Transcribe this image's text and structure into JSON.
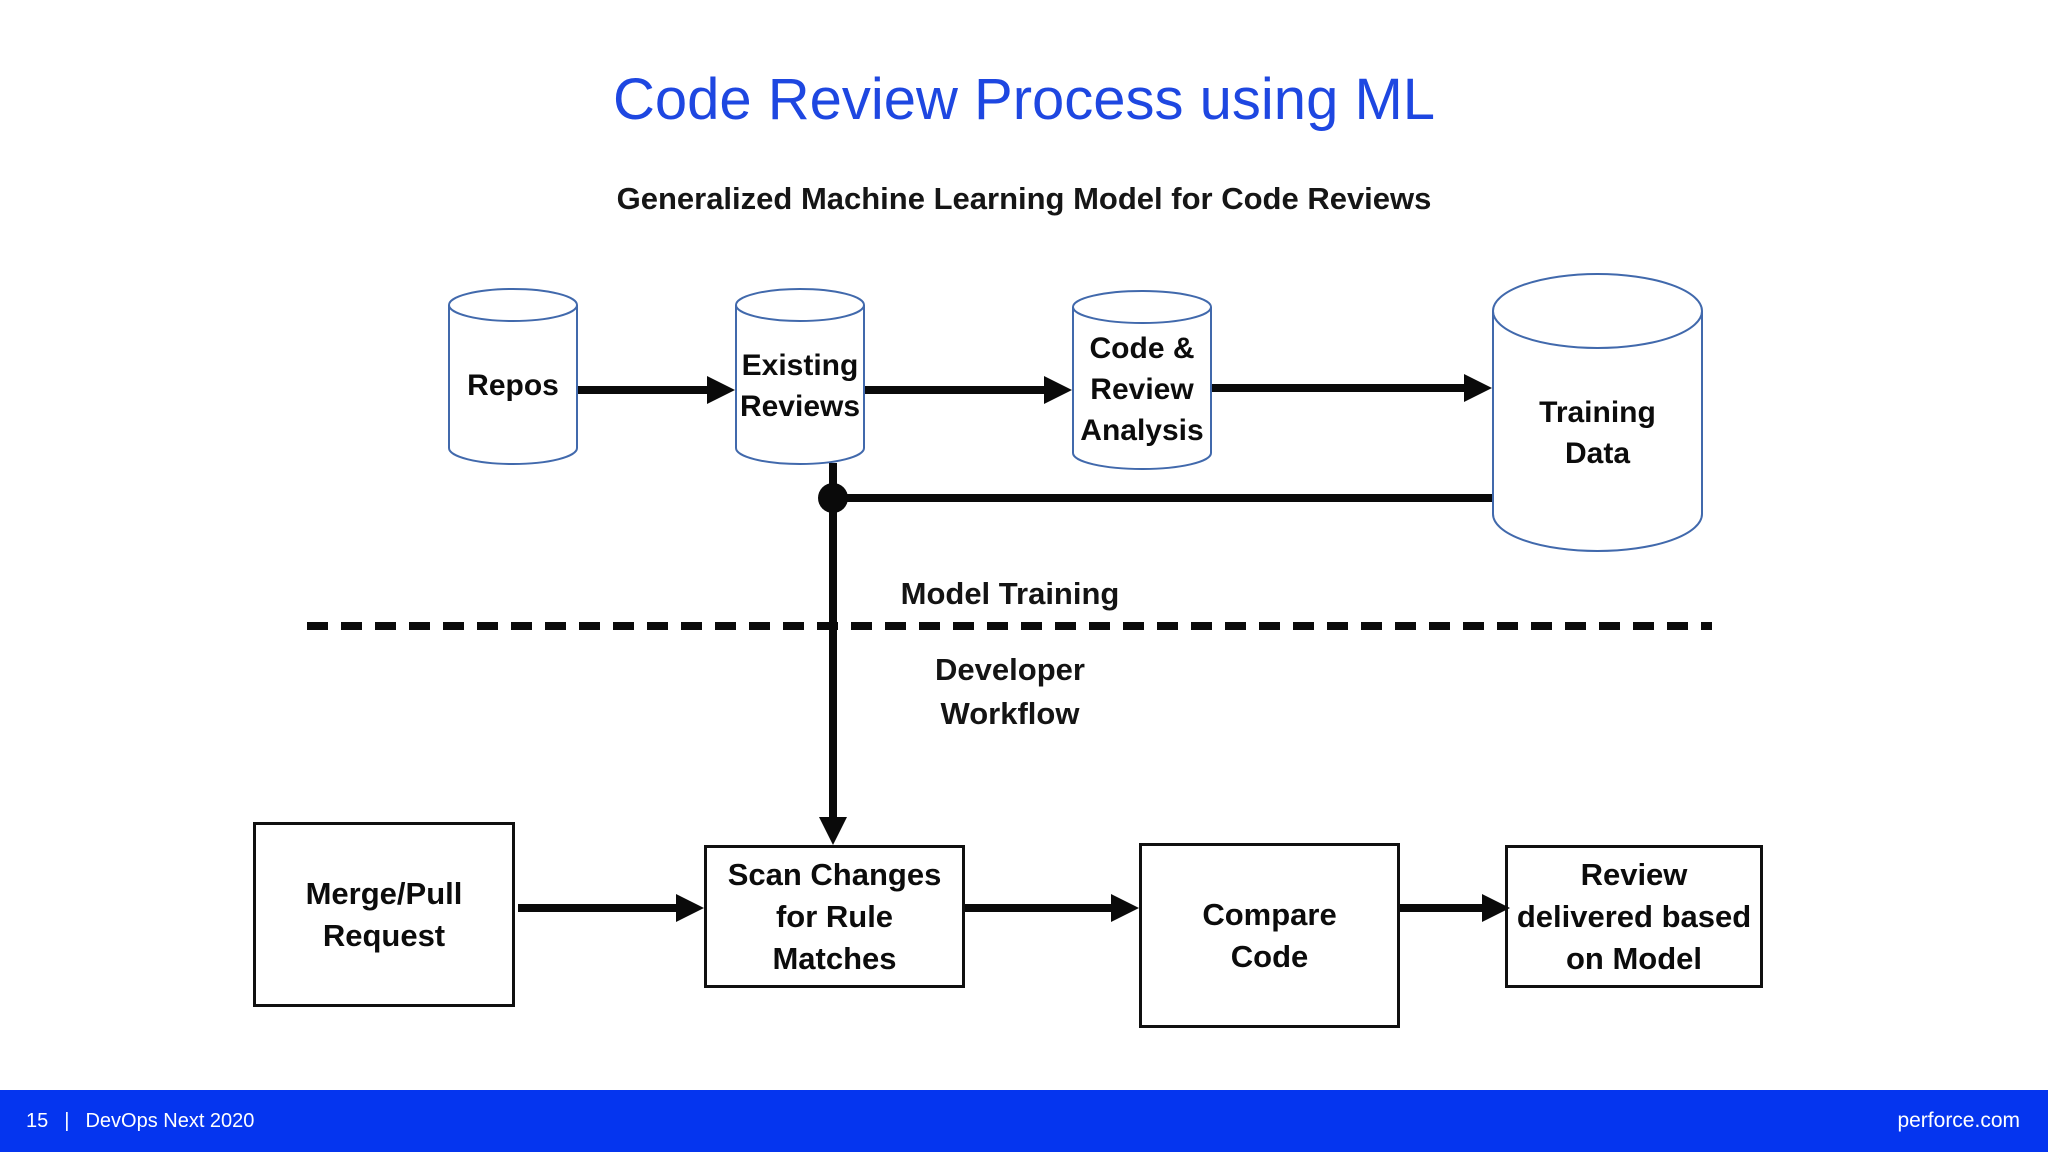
{
  "colors": {
    "title_blue": "#1E47E1",
    "footer_blue": "#0535EF",
    "cylinder_stroke": "#4169AC",
    "ink": "#0A0A0A"
  },
  "slide": {
    "title": "Code Review Process using ML",
    "subtitle": "Generalized Machine Learning Model for Code Reviews"
  },
  "nodes": {
    "repos": "Repos",
    "existing_reviews": "Existing\nReviews",
    "code_review_analysis": "Code &\nReview\nAnalysis",
    "training_data": "Training\nData",
    "merge_pull_request": "Merge/Pull\nRequest",
    "scan_changes": "Scan Changes\nfor Rule\nMatches",
    "compare_code": "Compare\nCode",
    "review_delivered": "Review\ndelivered based\non Model"
  },
  "zones": {
    "model_training": "Model Training",
    "developer_workflow": "Developer\nWorkflow"
  },
  "footer": {
    "slide_number": "15",
    "separator": "|",
    "event": "DevOps Next 2020",
    "website": "perforce.com"
  }
}
